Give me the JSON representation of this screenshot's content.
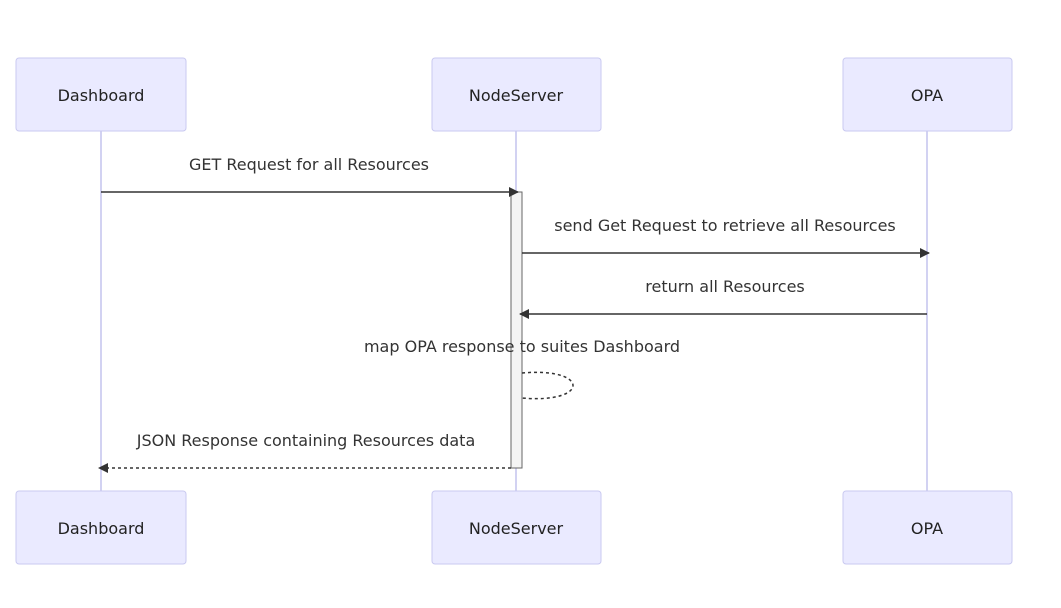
{
  "diagram": {
    "type": "sequence",
    "actors": [
      {
        "id": "dashboard",
        "label": "Dashboard"
      },
      {
        "id": "nodeserver",
        "label": "NodeServer"
      },
      {
        "id": "opa",
        "label": "OPA"
      }
    ],
    "messages": [
      {
        "from": "dashboard",
        "to": "nodeserver",
        "text": "GET Request for all Resources",
        "style": "solid"
      },
      {
        "from": "nodeserver",
        "to": "opa",
        "text": "send Get Request to retrieve all Resources",
        "style": "solid"
      },
      {
        "from": "opa",
        "to": "nodeserver",
        "text": "return all Resources",
        "style": "solid"
      },
      {
        "from": "nodeserver",
        "to": "nodeserver",
        "text": "map OPA response to suites Dashboard",
        "style": "dotted"
      },
      {
        "from": "nodeserver",
        "to": "dashboard",
        "text": "JSON Response containing Resources data",
        "style": "dotted"
      }
    ],
    "activation": {
      "actor": "nodeserver",
      "from_message": 0,
      "to_message": 4
    },
    "colors": {
      "actor_fill": "#eaeaff",
      "actor_border": "#c9c9f0",
      "lifeline": "#d2d2f2",
      "message": "#333333",
      "activation_fill": "#f4f4f4"
    }
  }
}
